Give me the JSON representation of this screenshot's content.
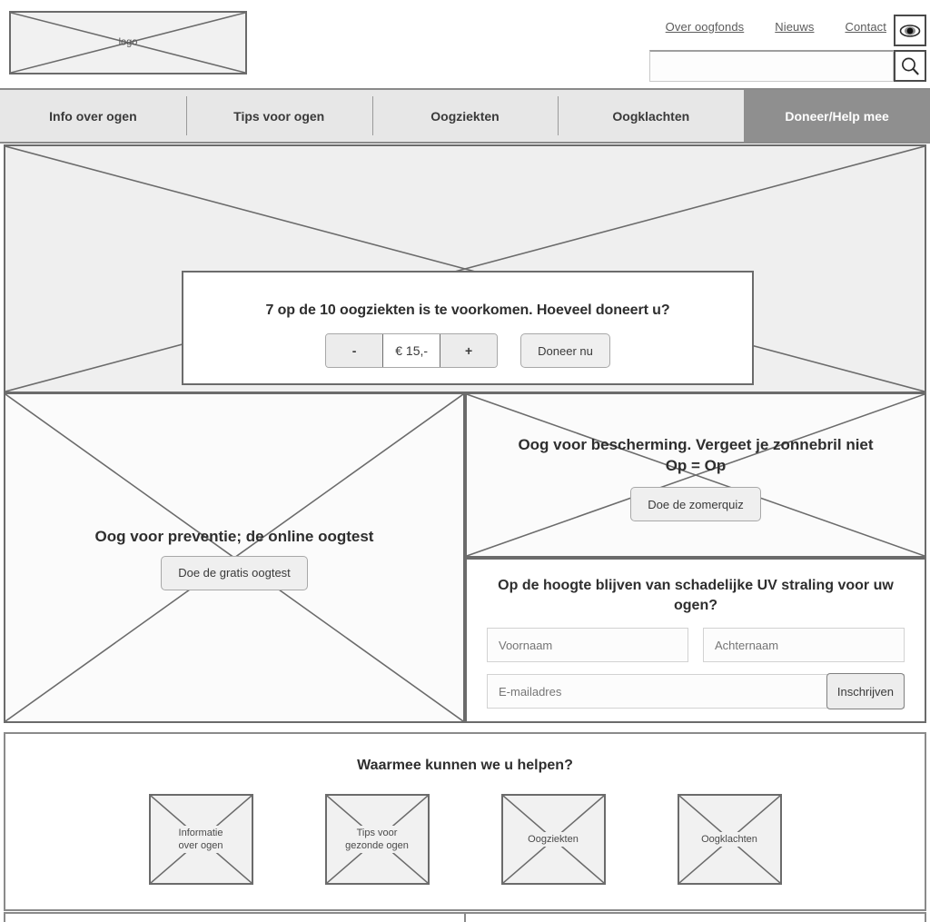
{
  "header": {
    "logo_label": "logo",
    "links": [
      {
        "label": "Over oogfonds"
      },
      {
        "label": "Nieuws"
      },
      {
        "label": "Contact"
      }
    ],
    "accessibility_icon": "eye-icon",
    "search": {
      "value": "",
      "placeholder": "",
      "icon": "search-icon"
    }
  },
  "nav": {
    "items": [
      {
        "label": "Info over ogen",
        "active": false
      },
      {
        "label": "Tips voor ogen",
        "active": false
      },
      {
        "label": "Oogziekten",
        "active": false
      },
      {
        "label": "Oogklachten",
        "active": false
      },
      {
        "label": "Doneer/Help mee",
        "active": true
      }
    ]
  },
  "hero": {
    "placeholder_label": "",
    "donate": {
      "title": "7 op de 10 oogziekten is te voorkomen. Hoeveel doneert u?",
      "decrement_label": "-",
      "amount": "€ 15,-",
      "increment_label": "+",
      "cta_label": "Doneer nu"
    }
  },
  "left_column": {
    "title": "Oog voor preventie; de online oogtest",
    "cta_label": "Doe de gratis oogtest"
  },
  "right_column": {
    "promo": {
      "title_line1": "Oog voor bescherming. Vergeet je zonnebril niet",
      "title_line2": "Op = Op",
      "cta_label": "Doe de zomerquiz"
    },
    "newsletter": {
      "title": "Op de hoogte blijven van schadelijke UV straling voor uw ogen?",
      "firstname_placeholder": "Voornaam",
      "lastname_placeholder": "Achternaam",
      "email_placeholder": "E-mailadres",
      "firstname_value": "",
      "lastname_value": "",
      "email_value": "",
      "submit_label": "Inschrijven"
    }
  },
  "help": {
    "title": "Waarmee kunnen we u helpen?",
    "cards": [
      {
        "line1": "Informatie",
        "line2": "over ogen"
      },
      {
        "line1": "Tips voor",
        "line2": "gezonde ogen"
      },
      {
        "line1": "Oogziekten",
        "line2": ""
      },
      {
        "line1": "Oogklachten",
        "line2": ""
      }
    ]
  },
  "colors": {
    "nav_inactive": "#e7e7e7",
    "nav_active": "#8f8f8f",
    "placeholder_fill": "#f1f1f1",
    "hero_fill": "#efefef",
    "outline": "#6b6b6b"
  }
}
